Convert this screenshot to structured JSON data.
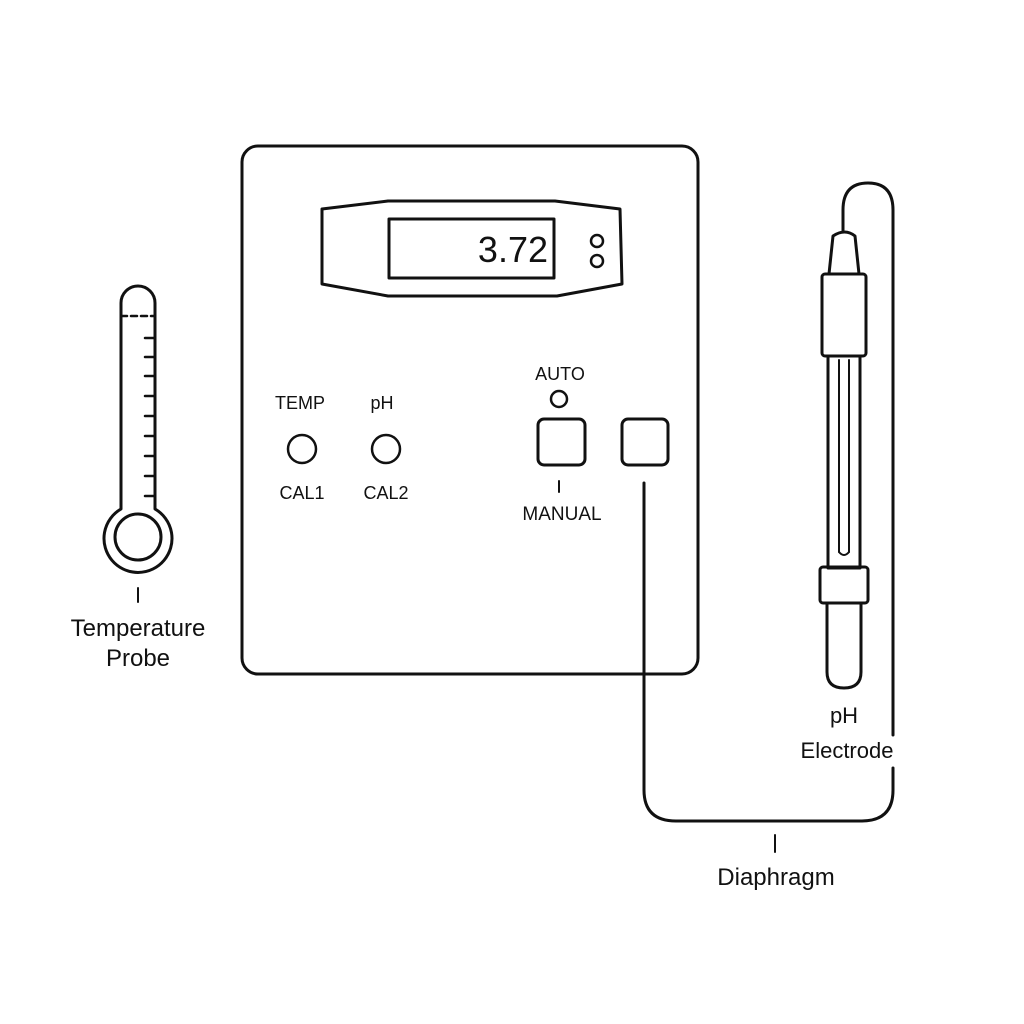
{
  "display": {
    "reading": "3.72"
  },
  "panel": {
    "temp_label": "TEMP",
    "ph_label": "pH",
    "cal1_label": "CAL1",
    "cal2_label": "CAL2",
    "auto_label": "AUTO",
    "manual_label": "MANUAL"
  },
  "callouts": {
    "temperature_probe_line1": "Temperature",
    "temperature_probe_line2": "Probe",
    "ph_electrode_line1": "pH",
    "ph_electrode_line2": "Electrode",
    "diaphragm": "Diaphragm"
  },
  "colors": {
    "stroke": "#111111",
    "background": "#ffffff"
  }
}
